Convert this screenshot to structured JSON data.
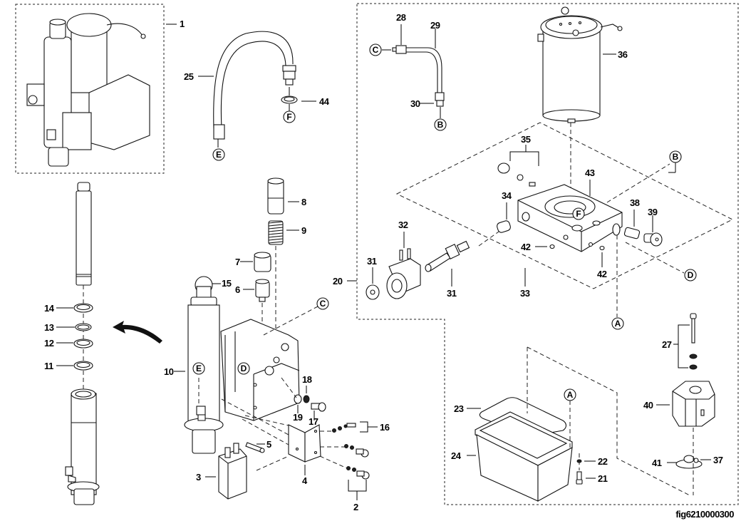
{
  "figure": {
    "id": "fig6210000300",
    "type": "exploded parts diagram - hydraulic power unit"
  },
  "part_labels": {
    "p1": "1",
    "p2": "2",
    "p3": "3",
    "p4": "4",
    "p5": "5",
    "p6": "6",
    "p7": "7",
    "p8": "8",
    "p9": "9",
    "p10": "10",
    "p11": "11",
    "p12": "12",
    "p13": "13",
    "p14": "14",
    "p15": "15",
    "p16": "16",
    "p17": "17",
    "p18": "18",
    "p19": "19",
    "p20": "20",
    "p21": "21",
    "p22": "22",
    "p23": "23",
    "p24": "24",
    "p25": "25",
    "p27": "27",
    "p28": "28",
    "p29": "29",
    "p30": "30",
    "p31a": "31",
    "p31b": "31",
    "p32": "32",
    "p33": "33",
    "p34": "34",
    "p35": "35",
    "p36": "36",
    "p37": "37",
    "p38": "38",
    "p39": "39",
    "p40": "40",
    "p41": "41",
    "p42a": "42",
    "p42b": "42",
    "p43": "43",
    "p44": "44"
  },
  "connection_markers": {
    "A1": "A",
    "A2": "A",
    "B1": "B",
    "B2": "B",
    "C1": "C",
    "C2": "C",
    "D1": "D",
    "D2": "D",
    "E1": "E",
    "E2": "E",
    "F1": "F",
    "F2": "F"
  }
}
